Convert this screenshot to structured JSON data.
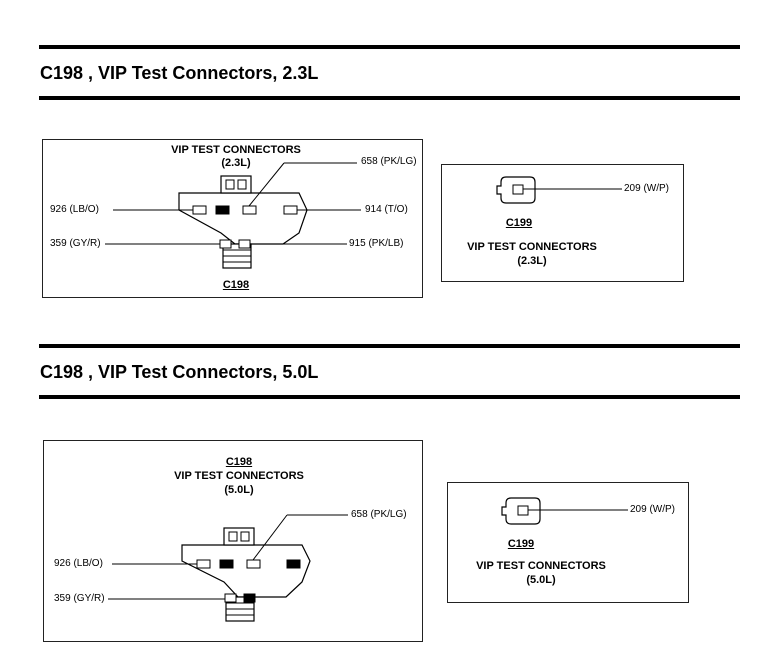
{
  "sections": [
    {
      "title": "C198 , VIP Test Connectors, 2.3L",
      "c198_panel": {
        "heading_line1": "VIP TEST CONNECTORS",
        "heading_line2": "(2.3L)",
        "connector_id": "C198",
        "wires": {
          "left_top": "926 (LB/O)",
          "left_bottom": "359 (GY/R)",
          "right_top_diag": "658 (PK/LG)",
          "right_mid": "914 (T/O)",
          "right_bottom": "915 (PK/LB)"
        }
      },
      "c199_panel": {
        "connector_id": "C199",
        "heading_line1": "VIP TEST CONNECTORS",
        "heading_line2": "(2.3L)",
        "wire": "209 (W/P)"
      }
    },
    {
      "title": "C198 , VIP Test Connectors, 5.0L",
      "c198_panel": {
        "connector_id": "C198",
        "heading_line1": "VIP TEST CONNECTORS",
        "heading_line2": "(5.0L)",
        "wires": {
          "left_top": "926 (LB/O)",
          "left_bottom": "359 (GY/R)",
          "right_top_diag": "658 (PK/LG)"
        }
      },
      "c199_panel": {
        "connector_id": "C199",
        "heading_line1": "VIP TEST CONNECTORS",
        "heading_line2": "(5.0L)",
        "wire": "209 (W/P)"
      }
    }
  ]
}
